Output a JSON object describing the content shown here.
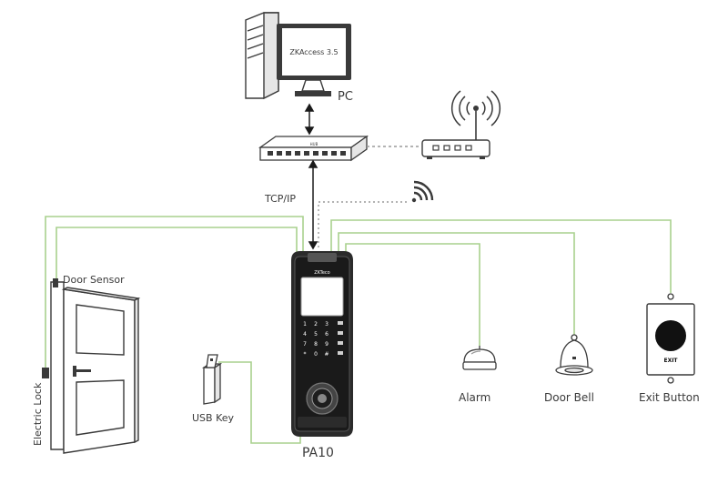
{
  "pc": {
    "label": "PC",
    "screen_text": "ZKAccess 3.5"
  },
  "hub": {
    "label": "HUB"
  },
  "network": {
    "label": "TCP/IP"
  },
  "device": {
    "label": "PA10",
    "brand": "ZKTeco",
    "exit_text": "EXIT"
  },
  "components": {
    "door_sensor": "Door Sensor",
    "electric_lock": "Electric Lock",
    "usb_key": "USB Key",
    "alarm": "Alarm",
    "door_bell": "Door Bell",
    "exit_button": "Exit Button"
  },
  "keypad": [
    "1",
    "2",
    "3",
    "4",
    "5",
    "6",
    "7",
    "8",
    "9",
    "*",
    "0",
    "#"
  ],
  "colors": {
    "wire": "#a9d18e",
    "line": "#3a3a3a",
    "dotted": "#9a9a9a"
  }
}
